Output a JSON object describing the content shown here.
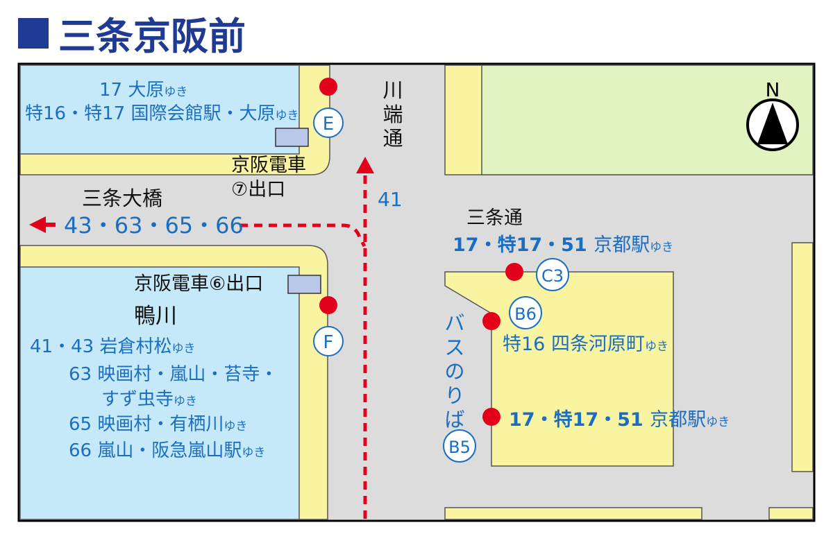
{
  "title": "三条京阪前",
  "colors": {
    "title_square": "#1f3a93",
    "road": "#dcdcdc",
    "sidewalk": "#f8f4a2",
    "river_bank": "#c6e9f9",
    "park": "#e2f3c2",
    "route_blue": "#1a6ec2",
    "stop_red": "#e3001b",
    "arrow_red": "#e3001b",
    "exit_box": "#b9c8e8"
  },
  "streets": {
    "kawabata": "川端通",
    "sanjo": "三条通",
    "sanjo_ohashi": "三条大橋"
  },
  "areas": {
    "kamogawa": "鴨川"
  },
  "exits": {
    "exit7_line1": "京阪電車",
    "exit7_line2": "⑦出口",
    "exit6": "京阪電車⑥出口"
  },
  "stops": {
    "E": "E",
    "F": "F",
    "C3": "C3",
    "B6": "B6",
    "B5": "B5"
  },
  "bus_area_label": "バスのりば",
  "compass": {
    "label": "N"
  },
  "routes": {
    "E_line1_num": "17 ",
    "E_line1_dest": "大原",
    "E_line2_num": "特16・特17 ",
    "E_line2_dest": "国際会館駅・大原",
    "F_line1_num": "41・43 ",
    "F_line1_dest": "岩倉村松",
    "F_line2_num": "63 ",
    "F_line2_dest": "映画村・嵐山・苔寺・",
    "F_line3_dest": "すず虫寺",
    "F_line4_num": "65 ",
    "F_line4_dest": "映画村・有栖川",
    "F_line5_num": "66 ",
    "F_line5_dest": "嵐山・阪急嵐山駅",
    "C3_num": "17・特17・51 ",
    "C3_dest": "京都駅",
    "B6_num": "特16 ",
    "B6_dest": "四条河原町",
    "B5_num": "17・特17・51 ",
    "B5_dest": "京都駅",
    "yuki": "ゆき",
    "west_arrow": "43・63・65・66",
    "north_arrow": "41"
  }
}
